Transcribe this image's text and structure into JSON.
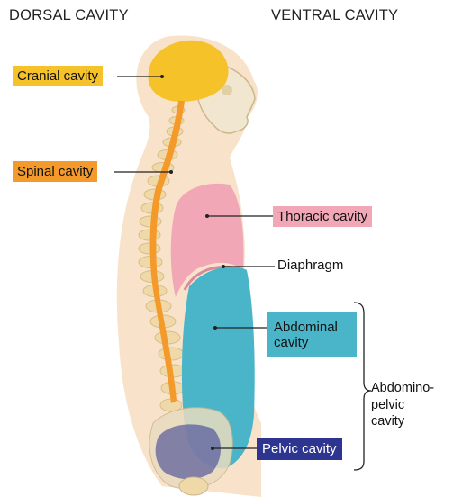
{
  "headings": {
    "dorsal": "DORSAL CAVITY",
    "ventral": "VENTRAL CAVITY"
  },
  "labels": {
    "cranial": "Cranial cavity",
    "spinal": "Spinal cavity",
    "thoracic": "Thoracic cavity",
    "diaphragm": "Diaphragm",
    "abdominal_line1": "Abdominal",
    "abdominal_line2": "cavity",
    "pelvic": "Pelvic cavity",
    "abdomino_line1": "Abdomino-",
    "abdomino_line2": "pelvic",
    "abdomino_line3": "cavity"
  },
  "colors": {
    "cranial": "#f6c22a",
    "spinal": "#f39a2b",
    "thoracic": "#f2a7b6",
    "abdominal": "#4ab5c8",
    "pelvic": "#2d3590",
    "body": "#f7dfc4",
    "bone": "#efd9a8"
  }
}
